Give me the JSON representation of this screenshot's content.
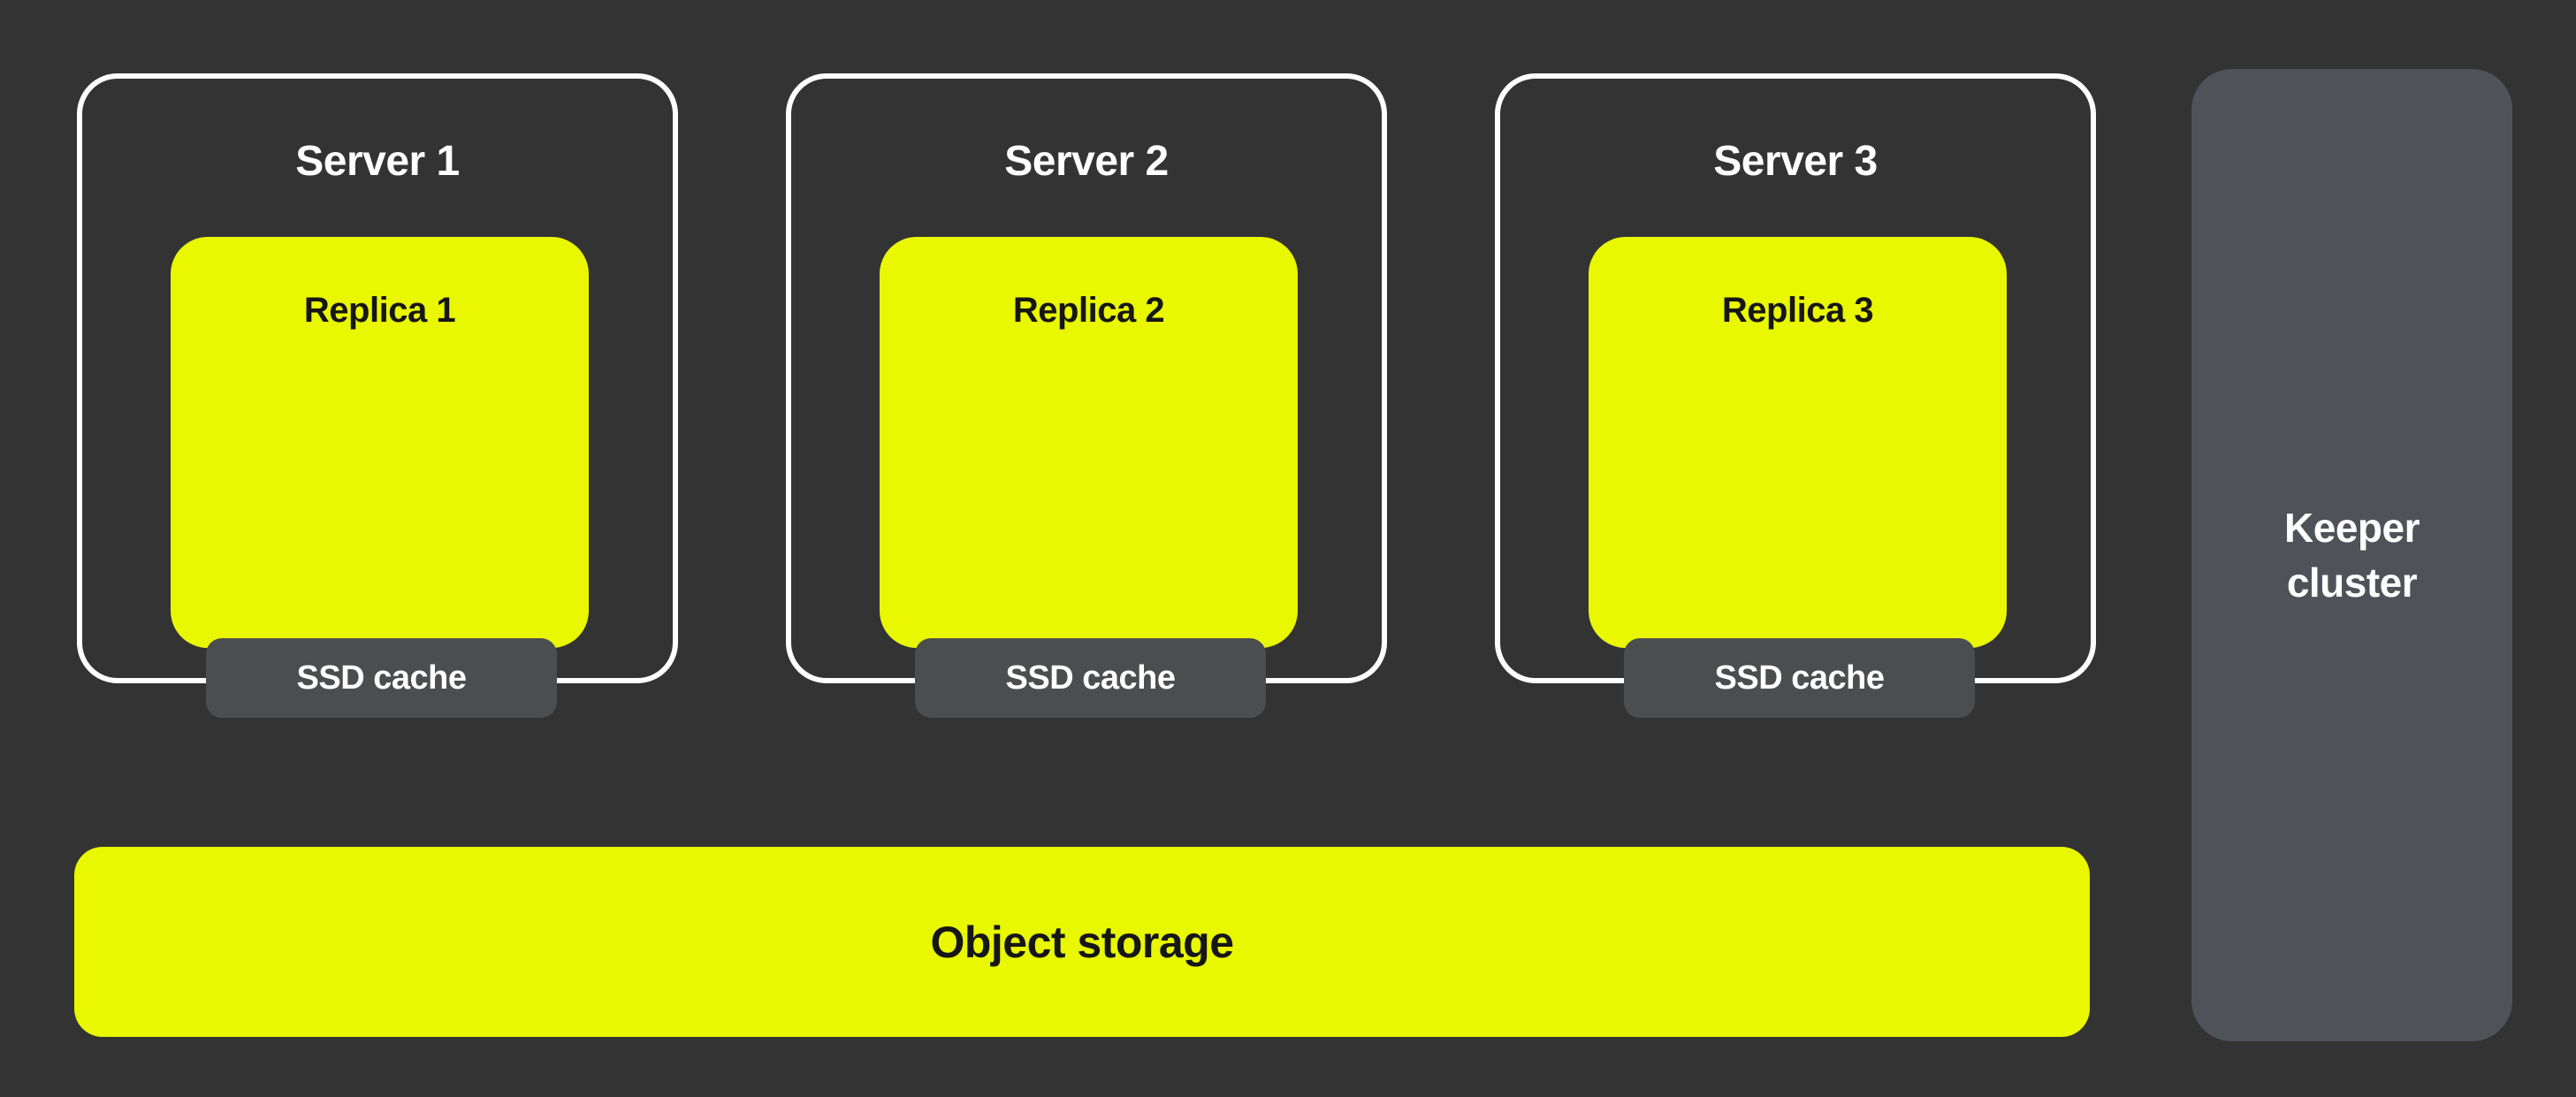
{
  "diagram": {
    "servers": [
      {
        "title": "Server 1",
        "replica_label": "Replica 1",
        "cache_label": "SSD cache"
      },
      {
        "title": "Server 2",
        "replica_label": "Replica 2",
        "cache_label": "SSD cache"
      },
      {
        "title": "Server 3",
        "replica_label": "Replica 3",
        "cache_label": "SSD cache"
      }
    ],
    "object_storage_label": "Object storage",
    "keeper_cluster_label": "Keeper cluster",
    "colors": {
      "background": "#333333",
      "accent_yellow": "#E9F700",
      "cache_gray": "#4C4D4F",
      "keeper_gray": "#50525A",
      "border_white": "#FFFFFF",
      "text_dark": "#161616",
      "text_light": "#FFFFFF"
    }
  }
}
